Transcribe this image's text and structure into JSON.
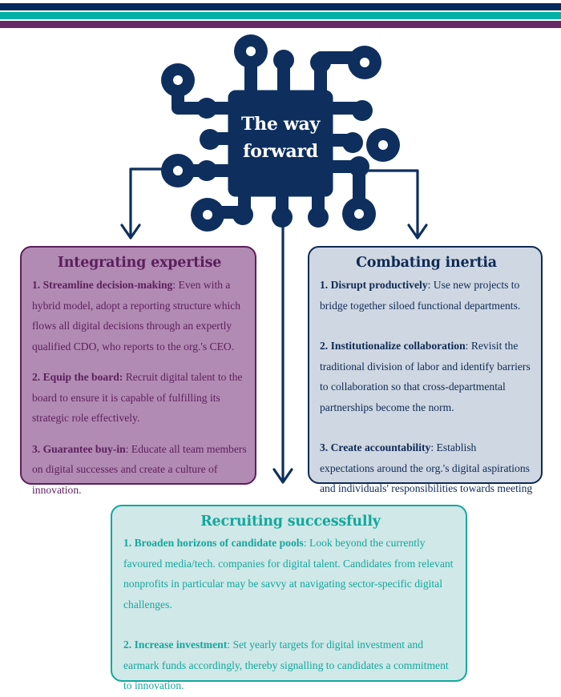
{
  "colors": {
    "navy": "#002a5c",
    "teal": "#00b2a5",
    "purple": "#662866",
    "chip": "#0e2f5e"
  },
  "header": {
    "stripes": [
      "navy",
      "teal",
      "purple"
    ]
  },
  "center": {
    "title_line1": "The way",
    "title_line2": "forward",
    "icon": "circuit-chip-icon"
  },
  "boxes": {
    "left": {
      "title": "Integrating expertise",
      "items": [
        {
          "label": "1. Streamline decision-making",
          "sep": ": ",
          "text": "Even with a hybrid model, adopt a reporting structure which flows all digital decisions through an expertly qualified CDO, who reports to the org.'s CEO."
        },
        {
          "label": "2.  Equip the board:",
          "sep": " ",
          "text": "Recruit digital talent to the board to ensure it is capable of fulfilling its strategic role effectively."
        },
        {
          "label": "3. Guarantee buy-in",
          "sep": ": ",
          "text": "Educate all team members on digital successes and create a culture of innovation."
        }
      ]
    },
    "right": {
      "title": "Combating inertia",
      "items": [
        {
          "label": "1. Disrupt productively",
          "sep": ": ",
          "text": "Use new projects to bridge together siloed functional departments."
        },
        {
          "label": "2. Institutionalize collaboration",
          "sep": ": ",
          "text": "Revisit the traditional division of labor and identify barriers to collaboration so that cross-departmental partnerships become the norm."
        },
        {
          "label": "3. Create accountability",
          "sep": ": ",
          "text": "Establish expectations around the org.'s digital aspirations and individuals' responsibilities towards meeting these."
        }
      ]
    },
    "bottom": {
      "title": "Recruiting successfully",
      "items": [
        {
          "label": "1. Broaden horizons of candidate pools",
          "sep": ": ",
          "text": "Look beyond the currently favoured media/tech. companies for digital talent. Candidates from relevant nonprofits in particular may be savvy at navigating sector-specific digital challenges."
        },
        {
          "label": "2. Increase investment",
          "sep": ": ",
          "text": "Set yearly targets for digital investment and earmark funds accordingly, thereby signalling to candidates a commitment to innovation."
        }
      ]
    }
  }
}
